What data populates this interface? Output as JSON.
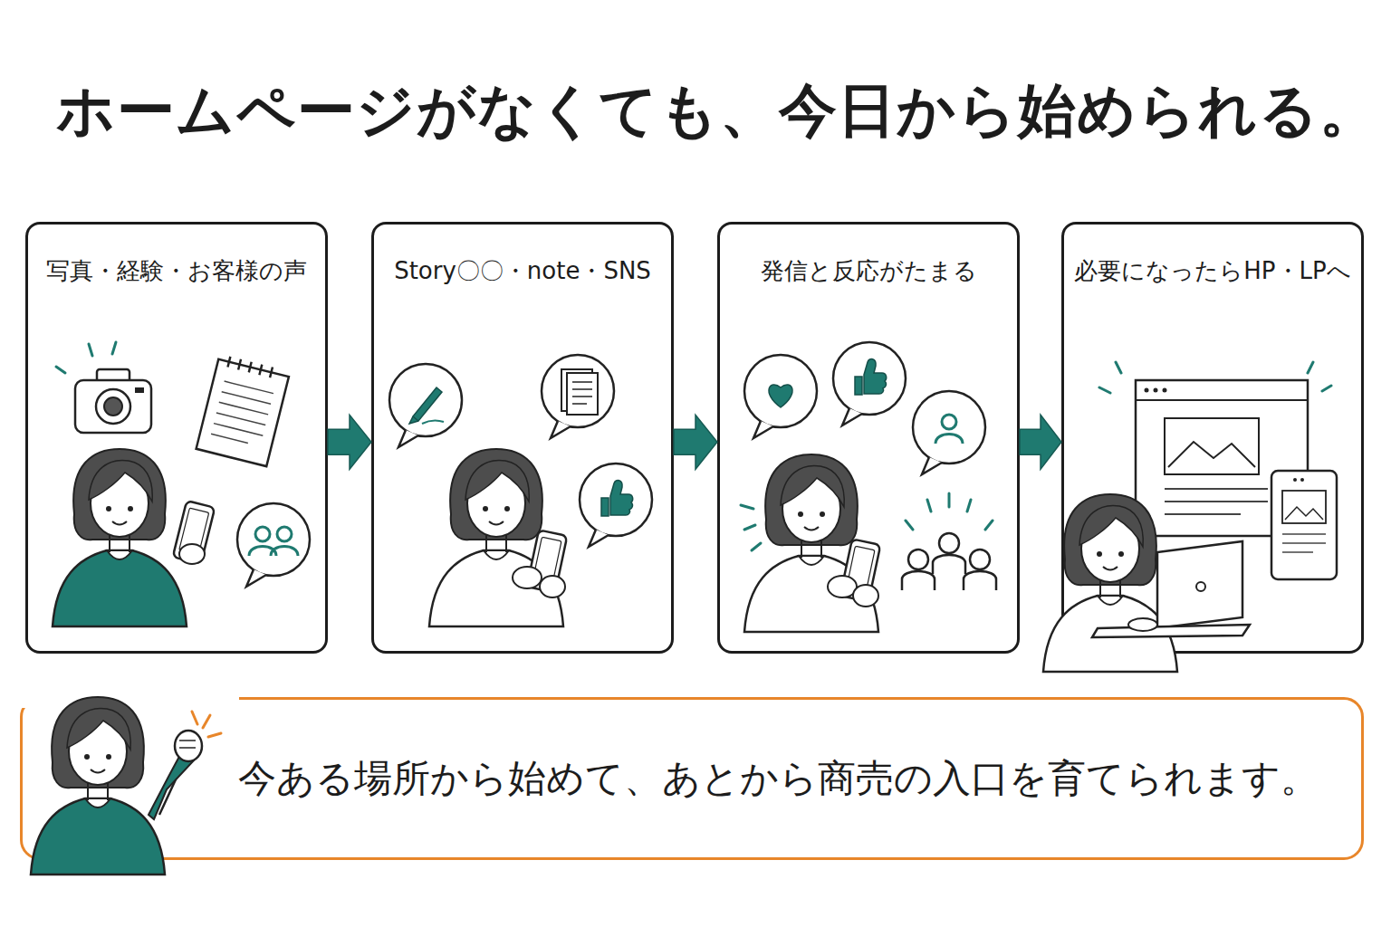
{
  "diagram": {
    "title": "ホームページがなくても、今日から始められる。",
    "nodes": [
      {
        "text": [
          "写真・経験・お客様の声"
        ]
      },
      {
        "text": [
          "Story〇〇・note・SNS"
        ]
      },
      {
        "text": [
          "発信と反応がたまる"
        ]
      },
      {
        "text": [
          "必要になったらHP・LPへ"
        ]
      },
      {
        "text": [
          "今ある場所から始めて、あとから商売の入口を育てられます。"
        ]
      }
    ],
    "edges": [
      {
        "from": 0,
        "to": 1,
        "arrow": "to"
      },
      {
        "from": 1,
        "to": 2,
        "arrow": "to"
      },
      {
        "from": 2,
        "to": 3,
        "arrow": "to"
      }
    ]
  }
}
